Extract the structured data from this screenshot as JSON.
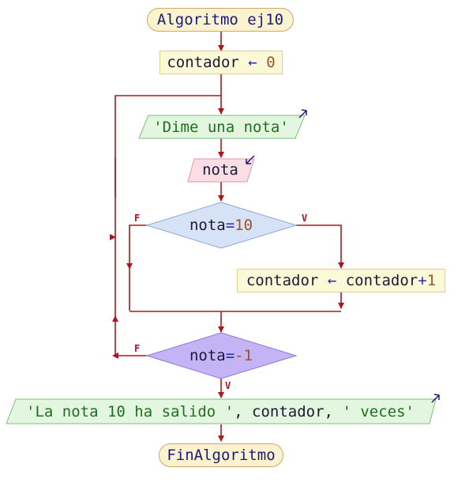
{
  "start_label": "Algoritmo ej10",
  "init": {
    "var": "contador",
    "op": "←",
    "val": "0"
  },
  "prompt_text": "'Dime una nota'",
  "read_var": "nota",
  "cond1": {
    "left": "nota",
    "op": "=",
    "right": "10"
  },
  "branch_false": "F",
  "branch_true": "V",
  "inc": {
    "var": "contador",
    "op": "←",
    "expr_var": "contador",
    "expr_op": "+",
    "expr_val": "1"
  },
  "cond2": {
    "left": "nota",
    "op": "=",
    "right": "-1"
  },
  "loop_false": "F",
  "exit_true": "V",
  "output": {
    "str1": "'La nota 10 ha salido '",
    "sep": ", ",
    "var": "contador",
    "sep2": ", ",
    "str2": "' veces'"
  },
  "end_label": "FinAlgoritmo",
  "colors": {
    "arrow": "#b3131b",
    "terminal_fill": "#fbf3cf",
    "assign_fill": "#fcfad6",
    "output_fill": "#e3f6df",
    "input_fill": "#fbdde6",
    "decision1_fill": "#d6e2f6",
    "decision2_fill": "#c4b3f5"
  },
  "icons": [
    "output-arrow-icon",
    "input-arrow-icon"
  ]
}
